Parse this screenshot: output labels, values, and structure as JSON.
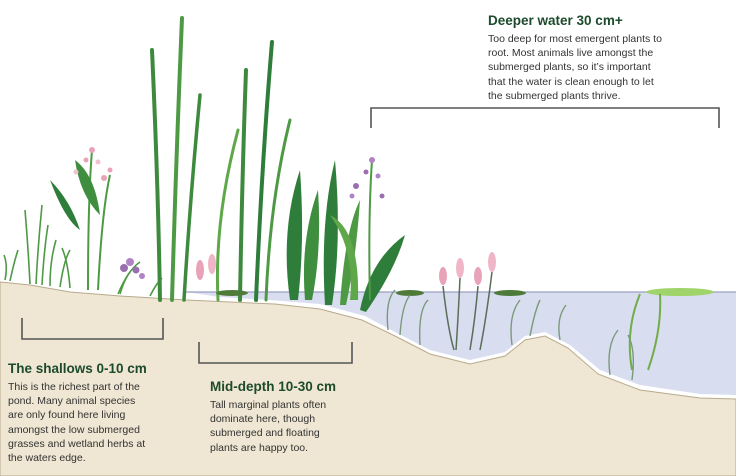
{
  "zones": {
    "deep": {
      "title": "Deeper water 30 cm+",
      "lines": [
        "Too deep for most emergent plants to",
        "root. Most animals live amongst the",
        "submerged plants, so it’s important",
        "that the water is clean enough to let",
        "the submerged plants thrive."
      ]
    },
    "shallow": {
      "title": "The shallows 0-10 cm",
      "lines": [
        "This is the richest part of the",
        "pond. Many animal species",
        "are only found here living",
        "amongst the low submerged",
        "grasses and wetland herbs at",
        "the waters edge."
      ]
    },
    "mid": {
      "title": "Mid-depth 10-30 cm",
      "lines": [
        "Tall marginal plants often",
        "dominate here, though",
        "submerged and floating",
        "plants are happy too."
      ]
    }
  },
  "colors": {
    "water": "#d9ddf0",
    "sediment": "#efe6d3",
    "leaf_dark": "#2f7d3a",
    "leaf_light": "#5fa84a",
    "flower_pink": "#e8a3b8",
    "flower_purple": "#9a6fb0",
    "bracket": "#555555",
    "heading": "#1c4a2c"
  },
  "icons": [
    "plant-illustration",
    "pond-cross-section",
    "zone-bracket"
  ]
}
